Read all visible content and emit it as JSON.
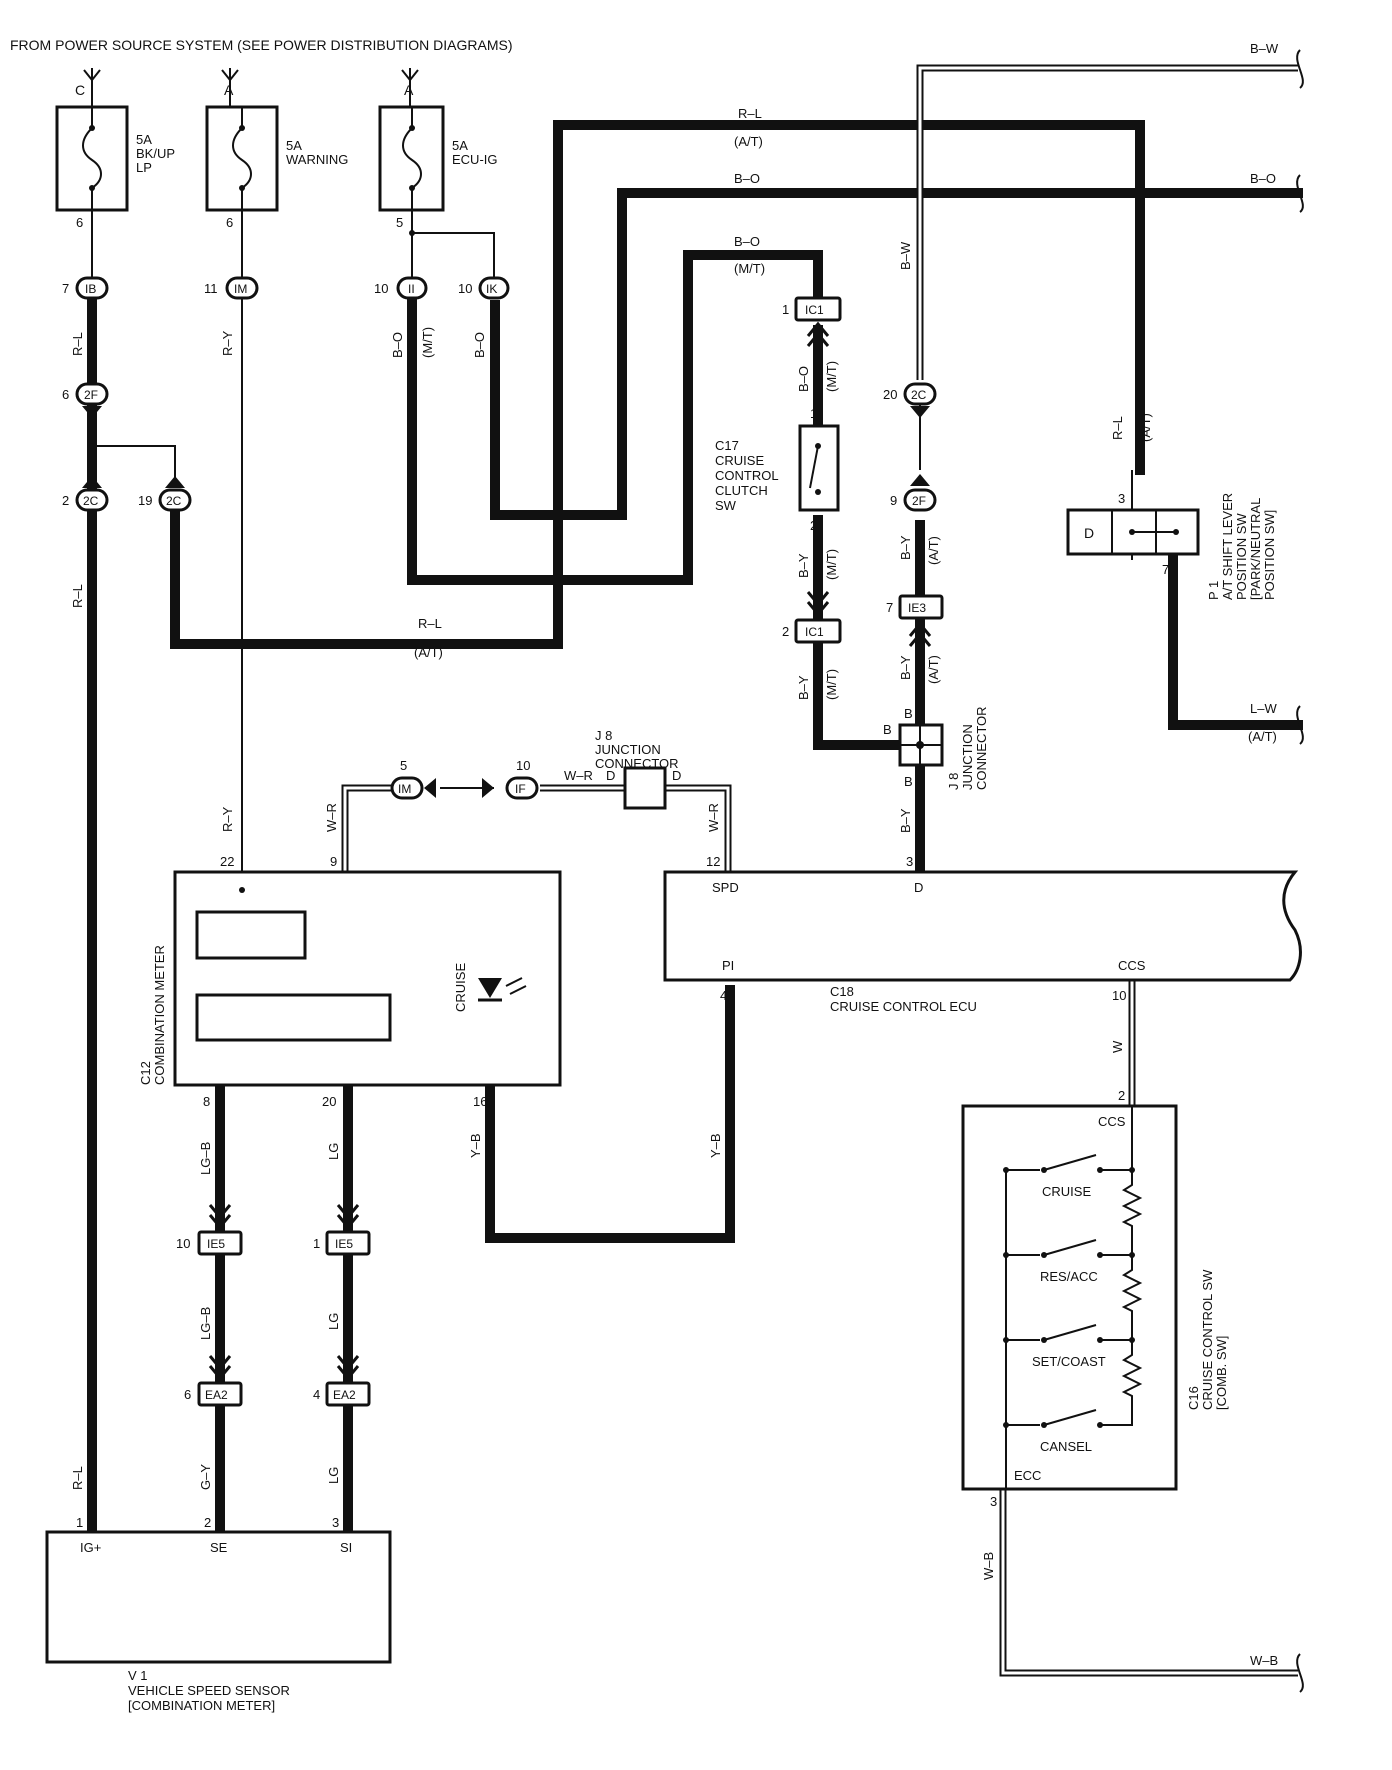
{
  "header": "FROM POWER SOURCE SYSTEM (SEE POWER DISTRIBUTION DIAGRAMS)",
  "fuses": [
    {
      "id": "C",
      "rating": "5A",
      "name1": "BK/UP",
      "name2": "LP",
      "pin": "6"
    },
    {
      "id": "A",
      "rating": "5A",
      "name1": "WARNING",
      "name2": "",
      "pin": "6"
    },
    {
      "id": "A",
      "rating": "5A",
      "name1": "ECU-IG",
      "name2": "",
      "pin": "5"
    }
  ],
  "connectors": {
    "IB": "IB",
    "IM": "IM",
    "II": "II",
    "IK": "IK",
    "2F": "2F",
    "2C": "2C",
    "IC1": "IC1",
    "IE3": "IE3",
    "IF": "IF",
    "IE5": "IE5",
    "EA2": "EA2"
  },
  "pins": {
    "p7": "7",
    "p11": "11",
    "p10": "10",
    "p6": "6",
    "p2": "2",
    "p19": "19",
    "p1": "1",
    "p20": "20",
    "p9": "9",
    "p3": "3",
    "p5": "5",
    "p22": "22",
    "p12": "12",
    "p4": "4",
    "p8": "8",
    "p16": "16"
  },
  "wires": {
    "RL": "R–L",
    "RY": "R–Y",
    "BO": "B–O",
    "BW": "B–W",
    "BY": "B–Y",
    "WR": "W–R",
    "W": "W",
    "YB": "Y–B",
    "LGB": "LG–B",
    "LG": "LG",
    "GY": "G–Y",
    "WB": "W–B",
    "LW": "L–W",
    "B": "B",
    "D": "D",
    "AT": "(A/T)",
    "MT": "(M/T)"
  },
  "components": {
    "c17": {
      "ref": "C17",
      "l1": "CRUISE",
      "l2": "CONTROL",
      "l3": "CLUTCH",
      "l4": "SW"
    },
    "j8": {
      "ref": "J 8",
      "l1": "JUNCTION",
      "l2": "CONNECTOR"
    },
    "p1": {
      "ref": "P 1",
      "l1": "A/T SHIFT LEVER",
      "l2": "POSITION SW",
      "l3": "[PARK/NEUTRAL",
      "l4": "POSITION SW]",
      "term": "D"
    },
    "c12": {
      "ref": "C12",
      "name": "COMBINATION METER",
      "cruise": "CRUISE"
    },
    "c18": {
      "ref": "C18",
      "name": "CRUISE CONTROL ECU",
      "spd": "SPD",
      "d": "D",
      "pi": "PI",
      "ccs": "CCS"
    },
    "c16": {
      "ref": "C16",
      "name": "CRUISE CONTROL SW",
      "sub": "[COMB. SW]",
      "ccs": "CCS",
      "ecc": "ECC",
      "switches": [
        "CRUISE",
        "RES/ACC",
        "SET/COAST",
        "CANSEL"
      ]
    },
    "v1": {
      "ref": "V 1",
      "name": "VEHICLE SPEED SENSOR",
      "sub": "[COMBINATION METER]",
      "ig": "IG+",
      "se": "SE",
      "si": "SI"
    }
  }
}
